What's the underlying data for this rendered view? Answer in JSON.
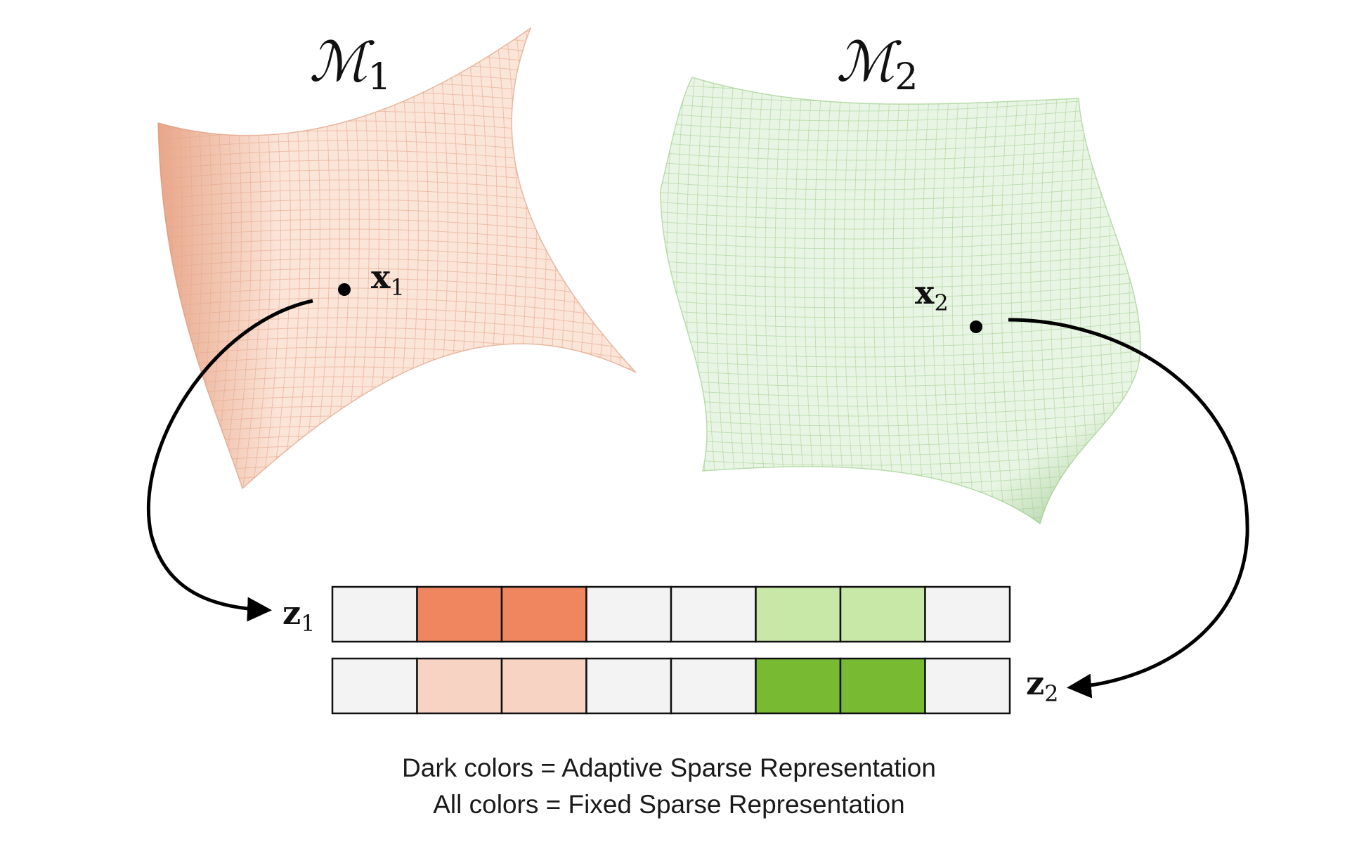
{
  "manifolds": [
    {
      "symbol": "ℳ",
      "subscript": "1",
      "color": "#e8a080",
      "point_label": "x",
      "point_sub": "1"
    },
    {
      "symbol": "ℳ",
      "subscript": "2",
      "color": "#8cc47a",
      "point_label": "x",
      "point_sub": "2"
    }
  ],
  "vectors": [
    {
      "label": "z",
      "sub": "1",
      "cells": [
        "#f3f3f3",
        "#ef8660",
        "#ef8660",
        "#f3f3f3",
        "#f3f3f3",
        "#c8e8a8",
        "#c8e8a8",
        "#f3f3f3"
      ]
    },
    {
      "label": "z",
      "sub": "2",
      "cells": [
        "#f3f3f3",
        "#f7d3c3",
        "#f7d3c3",
        "#f3f3f3",
        "#f3f3f3",
        "#78bb33",
        "#78bb33",
        "#f3f3f3"
      ]
    }
  ],
  "caption": {
    "line1": "Dark colors = Adaptive Sparse Representation",
    "line2": "All colors = Fixed Sparse Representation"
  }
}
